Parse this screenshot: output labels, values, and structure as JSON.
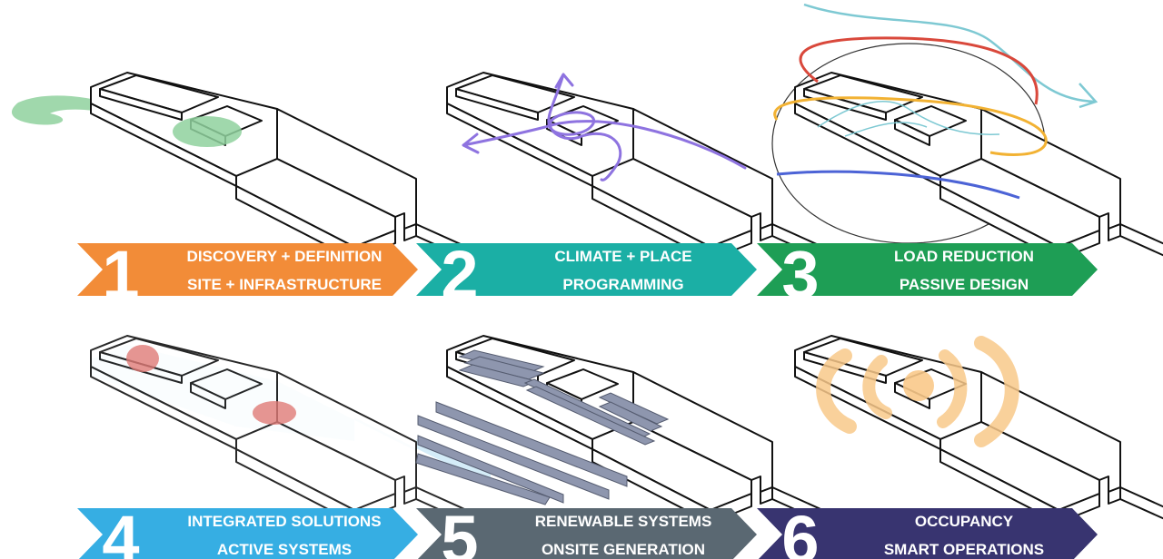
{
  "steps": [
    {
      "number": "1",
      "line1": "DISCOVERY + DEFINITION",
      "line2": "SITE + INFRASTRUCTURE",
      "color": "#F28C38"
    },
    {
      "number": "2",
      "line1": "CLIMATE + PLACE",
      "line2": "PROGRAMMING",
      "color": "#1BAFA5"
    },
    {
      "number": "3",
      "line1": "LOAD REDUCTION",
      "line2": "PASSIVE DESIGN",
      "color": "#1E9E55"
    },
    {
      "number": "4",
      "line1": "INTEGRATED SOLUTIONS",
      "line2": "ACTIVE SYSTEMS",
      "color": "#36AEE3"
    },
    {
      "number": "5",
      "line1": "RENEWABLE SYSTEMS",
      "line2": "ONSITE GENERATION",
      "color": "#5A6872"
    },
    {
      "number": "6",
      "line1": "OCCUPANCY",
      "line2": "SMART OPERATIONS",
      "color": "#383470"
    }
  ],
  "overlay_colors": {
    "site_green": "#8FD19E",
    "climate_purple": "#8E73E0",
    "sun_red": "#D9483B",
    "sun_yellow": "#F2B233",
    "wind_teal": "#7EC9D3",
    "ground_blue": "#4C63D6",
    "active_blue_fill": "#D4ECF8",
    "heat_red": "#E07A77",
    "solar_panel": "#8E96AE",
    "smart_orange": "#F9C98A"
  }
}
